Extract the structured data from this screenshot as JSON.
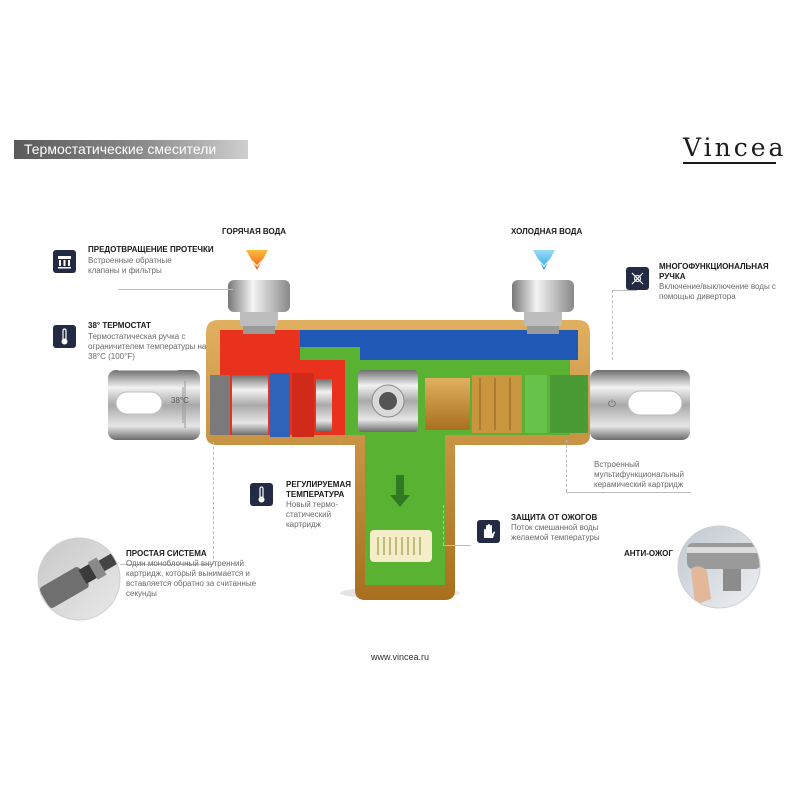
{
  "header": {
    "title": "Термостатические смесители"
  },
  "brand": {
    "logo": "Vincea"
  },
  "inlets": {
    "hot_label": "ГОРЯЧАЯ ВОДА",
    "cold_label": "ХОЛОДНАЯ ВОДА"
  },
  "dial_label": "38°C",
  "features": [
    {
      "title": "ПРЕДОТВРАЩЕНИЕ ПРОТЕЧКИ",
      "desc": "Встроенные обратные клапаны и фильтры",
      "icon": "valve-icon"
    },
    {
      "title": "38° ТЕРМОСТАТ",
      "desc": "Термостатическая ручка с ограничителем температуры на 38°C (100°F)",
      "icon": "thermometer-icon"
    },
    {
      "title": "МНОГОФУНКЦИОНАЛЬНАЯ РУЧКА",
      "desc": "Включение/выключение воды с помощью дивертора",
      "icon": "power-icon"
    },
    {
      "title": "РЕГУЛИРУЕМАЯ ТЕМПЕРАТУРА",
      "desc": "Новый термо-статический картридж",
      "icon": "thermometer-icon"
    },
    {
      "title": "ЗАЩИТА ОТ ОЖОГОВ",
      "desc": "Поток смешанной воды желаемой температуры",
      "icon": "hand-icon"
    },
    {
      "title": "ПРОСТАЯ СИСТЕМА",
      "desc": "Один моноблочный внутренний картридж, который вынимается и вставляется обратно за считанные секунды",
      "icon": "cartridge-photo"
    },
    {
      "title": "АНТИ-ОЖОГ",
      "desc": "",
      "icon": "anti-scald-photo"
    }
  ],
  "ceramic_note": "Встроенный мультифункциональный керамический картридж",
  "footer": {
    "url": "www.vincea.ru"
  },
  "colors": {
    "hot": "#e8321e",
    "cold": "#1f58b5",
    "mixed": "#5ab232",
    "brass": "#c58a2e",
    "icon_bg": "#232a44",
    "arrow_hot": "#f59a1a",
    "arrow_cold": "#5cc4ef"
  }
}
